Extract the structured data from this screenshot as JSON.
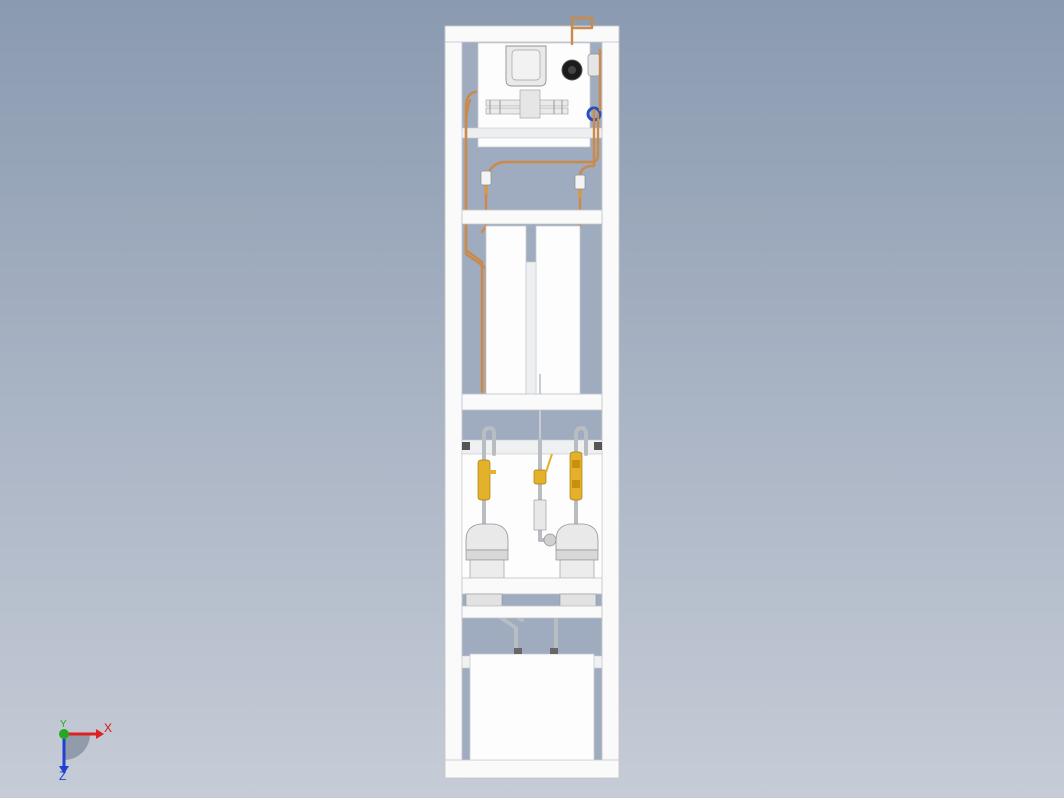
{
  "viewport": {
    "background_top": "#8a9ab0",
    "background_bottom": "#c6ccd7"
  },
  "model": {
    "frame_color": "#fbfbfb",
    "frame_edge": "#b7bcc4",
    "copper_color": "#cc8a4a",
    "valve_color": "#e3b12a",
    "steel_color": "#b9bcc0",
    "accent_blue": "#2a4fb8"
  },
  "triad": {
    "x_label": "X",
    "y_label": "Y",
    "z_label": "Z",
    "x_color": "#e02020",
    "y_color": "#22aa22",
    "z_color": "#2040d0"
  }
}
